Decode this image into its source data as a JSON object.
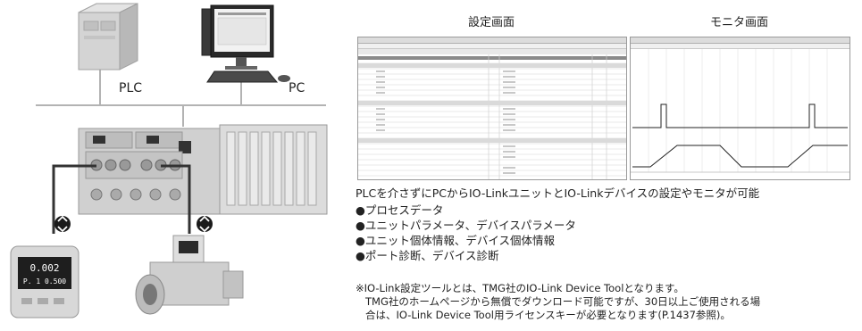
{
  "labels": {
    "plc": "PLC",
    "pc": "PC"
  },
  "screens": {
    "settings_title": "設定画面",
    "monitor_title": "モニタ画面"
  },
  "description": {
    "lead": "PLCを介さずにPCからIO-LinkユニットとIO-Linkデバイスの設定やモニタが可能",
    "items": [
      "●プロセスデータ",
      "●ユニットパラメータ、デバイスパラメータ",
      "●ユニット個体情報、デバイス個体情報",
      "●ポート診断、デバイス診断"
    ]
  },
  "note": {
    "line1": "※IO-Link設定ツールとは、TMG社のIO-Link Device Toolとなります。",
    "line2": "TMG社のホームページから無償でダウンロード可能ですが、30日以上ご使用される場",
    "line3": "合は、IO-Link Device Tool用ライセンスキーが必要となります(P.1437参照)。"
  },
  "device_displays": {
    "sensor_top": "0.002",
    "sensor_bottom": "P. 1 0.500"
  },
  "colors": {
    "line_gray": "#b3b3b3",
    "cable_dark": "#333333",
    "device_gray": "#c8c8c8"
  }
}
